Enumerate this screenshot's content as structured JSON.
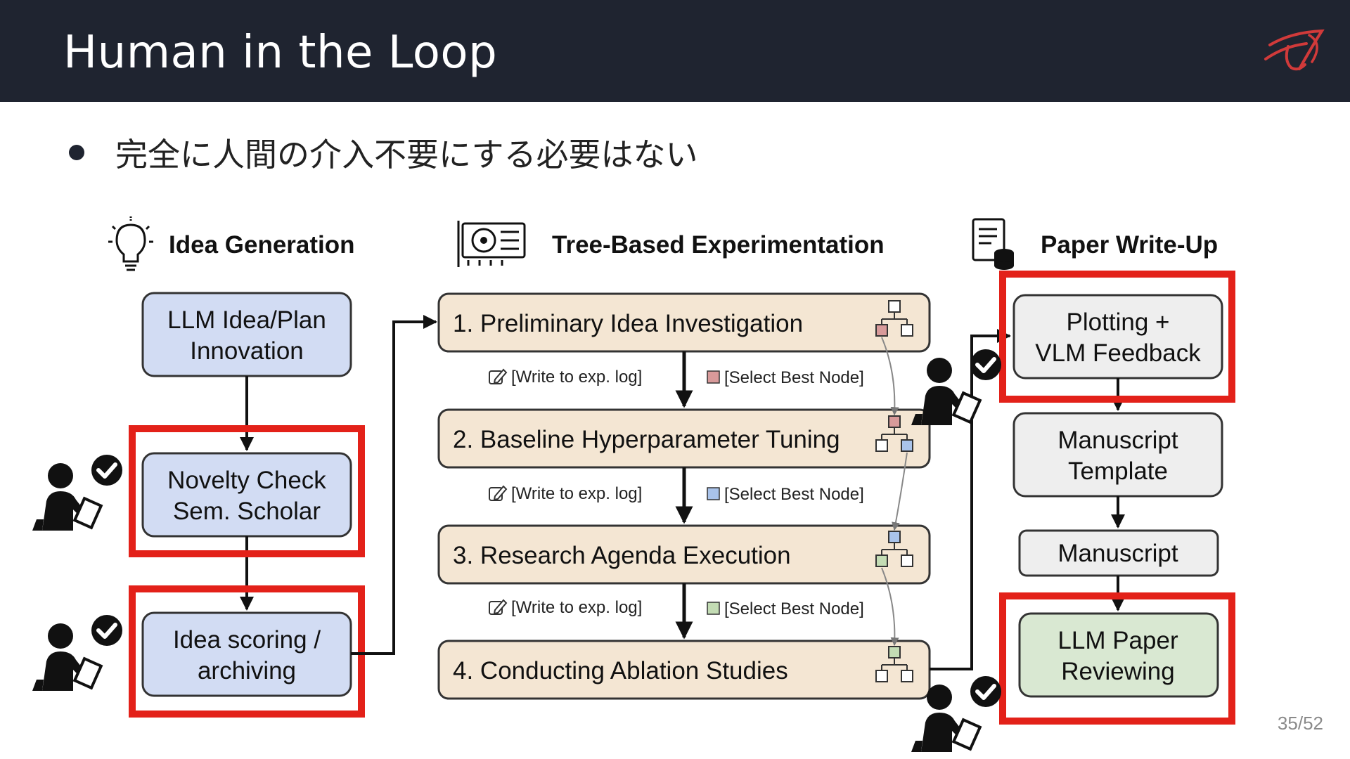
{
  "slide": {
    "title": "Human in the Loop",
    "bullet": "完全に人間の介入不要にする必要はない",
    "page_number": "35/52"
  },
  "diagram": {
    "columns": {
      "idea": "Idea Generation",
      "tree": "Tree-Based Experimentation",
      "paper": "Paper Write-Up"
    },
    "idea_boxes": [
      {
        "line1": "LLM Idea/Plan",
        "line2": "Innovation"
      },
      {
        "line1": "Novelty Check",
        "line2": "Sem. Scholar"
      },
      {
        "line1": "Idea scoring /",
        "line2": "archiving"
      }
    ],
    "stages": [
      "1.  Preliminary Idea Investigation",
      "2.  Baseline Hyperparameter Tuning",
      "3.  Research Agenda Execution",
      "4.  Conducting Ablation Studies"
    ],
    "log_label": "[Write to exp. log]",
    "select_label": "[Select Best Node]",
    "paper_boxes": [
      {
        "line1": "Plotting +",
        "line2": "VLM Feedback"
      },
      {
        "line1": "Manuscript",
        "line2": "Template"
      },
      {
        "line1": "Manuscript",
        "line2": ""
      },
      {
        "line1": "LLM Paper",
        "line2": "Reviewing"
      }
    ],
    "colors": {
      "idea_fill": "#d2dcf3",
      "stage_fill": "#f4e6d3",
      "paper_fill": "#eeeeee",
      "review_fill": "#d9e8d2",
      "highlight": "#e32119",
      "node_red": "#d89a9a",
      "node_blue": "#a9c3ea",
      "node_green": "#c3dcb4"
    }
  }
}
